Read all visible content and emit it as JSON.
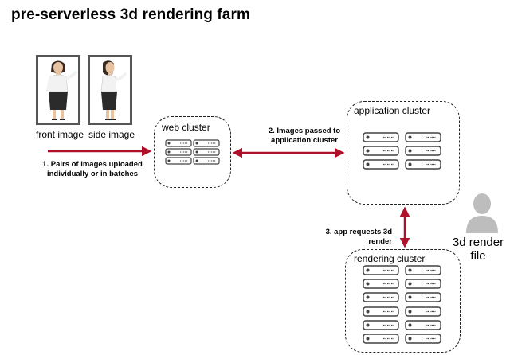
{
  "title": "pre-serverless 3d rendering farm",
  "images": {
    "front_label": "front image",
    "side_label": "side image"
  },
  "clusters": {
    "web": "web cluster",
    "application": "application cluster",
    "rendering": "rendering cluster"
  },
  "steps": {
    "step1": [
      "1. Pairs of images uploaded",
      "individually or in batches"
    ],
    "step2": [
      "2. Images passed to",
      "application cluster"
    ],
    "step3": [
      "3. app requests 3d",
      "render"
    ]
  },
  "output": [
    "3d render",
    "file"
  ],
  "colors": {
    "arrow": "#b0112a",
    "server": "#404040",
    "user": "#bdbdbd"
  },
  "icons": {
    "user": "user-silhouette-icon",
    "server": "server-rack-icon"
  }
}
